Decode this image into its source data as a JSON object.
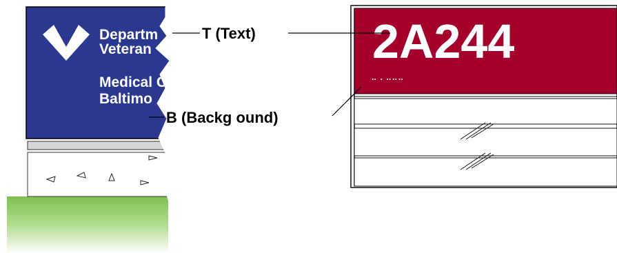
{
  "left_sign": {
    "line1": "Departm",
    "line2": "Veteran",
    "line3": "Medical C",
    "line4": "Baltimo",
    "background_color": "#2b3890",
    "text_color": "#ffffff",
    "logo": "va-logo-icon"
  },
  "right_sign": {
    "room_number": "2A244",
    "braille": "⠒ ⠂⠒⠒⠒",
    "background_color": "#a3002c",
    "text_color": "#ffffff"
  },
  "callouts": {
    "text_label": "T (Text)",
    "background_label": "B (Backg ound)"
  },
  "colors": {
    "ground_green": "#7cc14f",
    "outline": "#000000"
  }
}
